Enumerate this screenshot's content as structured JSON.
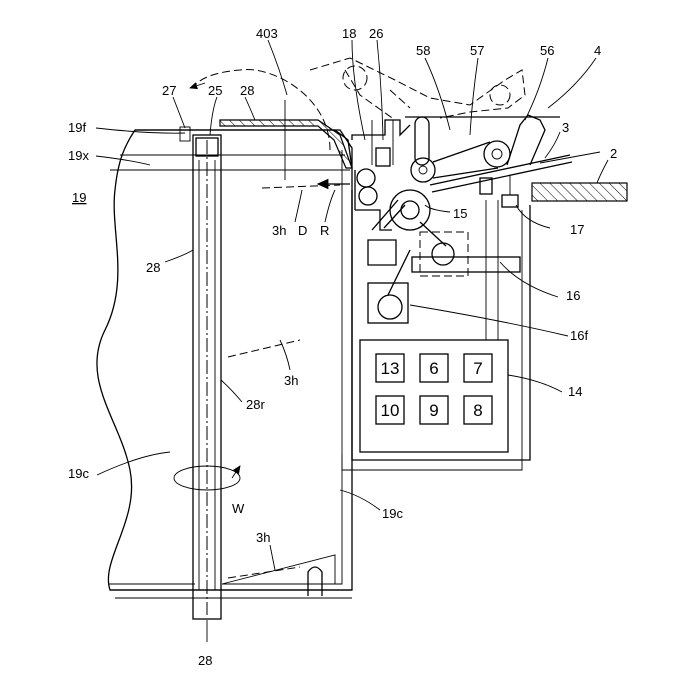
{
  "labels": {
    "l403": "403",
    "l18": "18",
    "l26": "26",
    "l58": "58",
    "l57": "57",
    "l56": "56",
    "l4": "4",
    "l27": "27",
    "l25": "25",
    "l28_top": "28",
    "l19f": "19f",
    "l19x": "19x",
    "l19": "19",
    "l3": "3",
    "l2": "2",
    "l3h_a": "3h",
    "lD": "D",
    "lR": "R",
    "l15": "15",
    "l17": "17",
    "l28_mid": "28",
    "l16": "16",
    "l16f": "16f",
    "l3h_b": "3h",
    "l28r": "28r",
    "l14": "14",
    "l19c_left": "19c",
    "lW": "W",
    "l19c_right": "19c",
    "l3h_c": "3h",
    "l28_bottom": "28"
  },
  "keypad": [
    "13",
    "6",
    "7",
    "10",
    "9",
    "8"
  ]
}
